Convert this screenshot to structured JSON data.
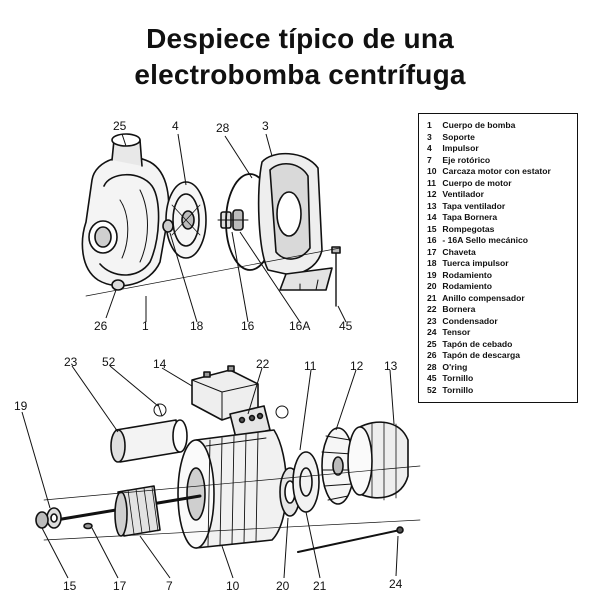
{
  "title": {
    "line1": "Despiece típico de una",
    "line2": "electrobomba centrífuga"
  },
  "callouts": {
    "c25": "25",
    "c4": "4",
    "c28": "28",
    "c3": "3",
    "c26": "26",
    "c1": "1",
    "c18": "18",
    "c16": "16",
    "c16a": "16A",
    "c45": "45",
    "c23": "23",
    "c52": "52",
    "c14": "14",
    "c22": "22",
    "c11": "11",
    "c12": "12",
    "c13": "13",
    "c19": "19",
    "c15": "15",
    "c17": "17",
    "c7": "7",
    "c10": "10",
    "c20": "20",
    "c21": "21",
    "c24": "24"
  },
  "legend": [
    {
      "num": "1",
      "label": "Cuerpo de bomba"
    },
    {
      "num": "3",
      "label": "Soporte"
    },
    {
      "num": "4",
      "label": "Impulsor"
    },
    {
      "num": "7",
      "label": "Eje rotórico"
    },
    {
      "num": "10",
      "label": "Carcaza motor con estator"
    },
    {
      "num": "11",
      "label": "Cuerpo de motor"
    },
    {
      "num": "12",
      "label": "Ventilador"
    },
    {
      "num": "13",
      "label": "Tapa ventilador"
    },
    {
      "num": "14",
      "label": "Tapa Bornera"
    },
    {
      "num": "15",
      "label": "Rompegotas"
    },
    {
      "num": "16",
      "label": "- 16A Sello mecánico"
    },
    {
      "num": "17",
      "label": "Chaveta"
    },
    {
      "num": "18",
      "label": "Tuerca impulsor"
    },
    {
      "num": "19",
      "label": "Rodamiento"
    },
    {
      "num": "20",
      "label": "Rodamiento"
    },
    {
      "num": "21",
      "label": "Anillo compensador"
    },
    {
      "num": "22",
      "label": "Bornera"
    },
    {
      "num": "23",
      "label": "Condensador"
    },
    {
      "num": "24",
      "label": "Tensor"
    },
    {
      "num": "25",
      "label": "Tapón de cebado"
    },
    {
      "num": "26",
      "label": "Tapón de descarga"
    },
    {
      "num": "28",
      "label": "O'ring"
    },
    {
      "num": "45",
      "label": "Tornillo"
    },
    {
      "num": "52",
      "label": "Tornillo"
    }
  ]
}
